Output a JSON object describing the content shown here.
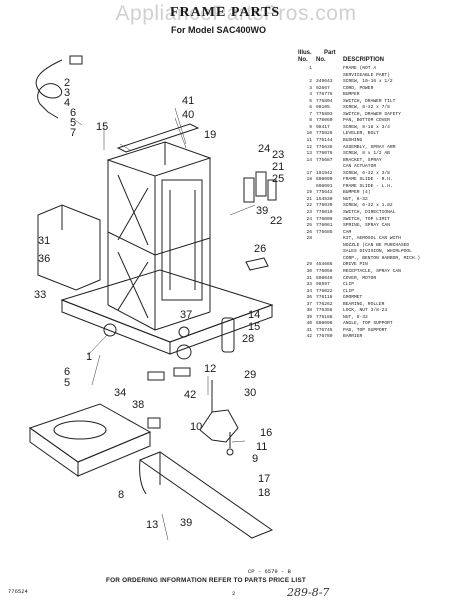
{
  "watermark": "AppliancePartsPros.com",
  "title": "FRAME PARTS",
  "subtitle": "For Model SAC400WO",
  "table_header": {
    "illus": "Illus.",
    "no": "No.",
    "part": "Part",
    "part_no": "No.",
    "description": "DESCRIPTION"
  },
  "parts": [
    {
      "illus": "1",
      "part_no": "",
      "description": "FRAME (NOT A"
    },
    {
      "illus": "",
      "part_no": "",
      "description": "SERVICEABLE PART)"
    },
    {
      "illus": "2",
      "part_no": "349643",
      "description": "SCREW, 10-16 x 1/2"
    },
    {
      "illus": "3",
      "part_no": "92667",
      "description": "CORD, POWER"
    },
    {
      "illus": "4",
      "part_no": "776776",
      "description": "BUMPER"
    },
    {
      "illus": "5",
      "part_no": "775804",
      "description": "SWITCH, DRAWER TILT"
    },
    {
      "illus": "6",
      "part_no": "98105",
      "description": "SCREW, 8-32 x 7/8"
    },
    {
      "illus": "7",
      "part_no": "775803",
      "description": "SWITCH, DRAWER SAFETY"
    },
    {
      "illus": "8",
      "part_no": "776060",
      "description": "PAN, BOTTOM COVER"
    },
    {
      "illus": "9",
      "part_no": "98417",
      "description": "SCREW, 8-18 x 3/4"
    },
    {
      "illus": "10",
      "part_no": "775826",
      "description": "LEVELER, BOLT"
    },
    {
      "illus": "11",
      "part_no": "775144",
      "description": "BUSHING"
    },
    {
      "illus": "12",
      "part_no": "775635",
      "description": "ASSEMBLY, SPRAY ARM"
    },
    {
      "illus": "13",
      "part_no": "776076",
      "description": "SCREW, 8 x 1/2 AB"
    },
    {
      "illus": "14",
      "part_no": "775687",
      "description": "BRACKET, SPRAY"
    },
    {
      "illus": "",
      "part_no": "",
      "description": "CAN ACTUATOR"
    },
    {
      "illus": "17",
      "part_no": "191942",
      "description": "SCREW, 6-32 x 3/8"
    },
    {
      "illus": "18",
      "part_no": "608090",
      "description": "FRAME SLIDE - R.H."
    },
    {
      "illus": "",
      "part_no": "608091",
      "description": "FRAME SLIDE - L.H."
    },
    {
      "illus": "19",
      "part_no": "775643",
      "description": "BUMPER (4)"
    },
    {
      "illus": "21",
      "part_no": "154530",
      "description": "NUT, 6-32"
    },
    {
      "illus": "22",
      "part_no": "776039",
      "description": "SCREW, 6-32 x 1.82"
    },
    {
      "illus": "23",
      "part_no": "776010",
      "description": "SWITCH, DIRECTIONAL"
    },
    {
      "illus": "24",
      "part_no": "776009",
      "description": "SWITCH, TOP LIMIT"
    },
    {
      "illus": "25",
      "part_no": "776061",
      "description": "SPRING, SPRAY CAN"
    },
    {
      "illus": "26",
      "part_no": "775685",
      "description": "CAM"
    },
    {
      "illus": "28",
      "part_no": "",
      "description": "KIT, AEROSOL CAN WITH"
    },
    {
      "illus": "",
      "part_no": "",
      "description": "NOZZLE (CAN BE PURCHASED"
    },
    {
      "illus": "",
      "part_no": "",
      "description": "SALES DIVISION, WHIRLPOOL"
    },
    {
      "illus": "",
      "part_no": "",
      "description": "CORP., BENTON HARBOR, MICH.)"
    },
    {
      "illus": "29",
      "part_no": "454666",
      "description": "DRIVE PIN"
    },
    {
      "illus": "30",
      "part_no": "776056",
      "description": "RECEPTACLE, SPRAY CAN"
    },
    {
      "illus": "31",
      "part_no": "608049",
      "description": "COVER, MOTOR"
    },
    {
      "illus": "33",
      "part_no": "98597",
      "description": "CLIP"
    },
    {
      "illus": "34",
      "part_no": "776022",
      "description": "CLIP"
    },
    {
      "illus": "36",
      "part_no": "776118",
      "description": "GROMMET"
    },
    {
      "illus": "37",
      "part_no": "776262",
      "description": "BEARING, ROLLER"
    },
    {
      "illus": "38",
      "part_no": "776356",
      "description": "LOCK, NUT 3/8-24"
    },
    {
      "illus": "39",
      "part_no": "776188",
      "description": "NUT, 8-32"
    },
    {
      "illus": "40",
      "part_no": "608096",
      "description": "ANGLE, TOP SUPPORT"
    },
    {
      "illus": "41",
      "part_no": "776745",
      "description": "PAD, TOP SUPPORT"
    },
    {
      "illus": "42",
      "part_no": "776780",
      "description": "BARRIER"
    }
  ],
  "callouts": [
    "41",
    "40",
    "19",
    "15",
    "2",
    "3",
    "4",
    "6",
    "5",
    "7",
    "24",
    "23",
    "21",
    "25",
    "39",
    "22",
    "31",
    "26",
    "36",
    "33",
    "14",
    "15",
    "37",
    "28",
    "1",
    "6",
    "5",
    "34",
    "38",
    "42",
    "12",
    "29",
    "30",
    "16",
    "11",
    "9",
    "10",
    "17",
    "18",
    "8",
    "13",
    "39"
  ],
  "figure_code": "CP - 6579 - B",
  "order_note": "FOR ORDERING INFORMATION REFER TO PARTS PRICE LIST",
  "doc_number": "776524",
  "page_number": "2",
  "handwritten_note": "289-8-7"
}
